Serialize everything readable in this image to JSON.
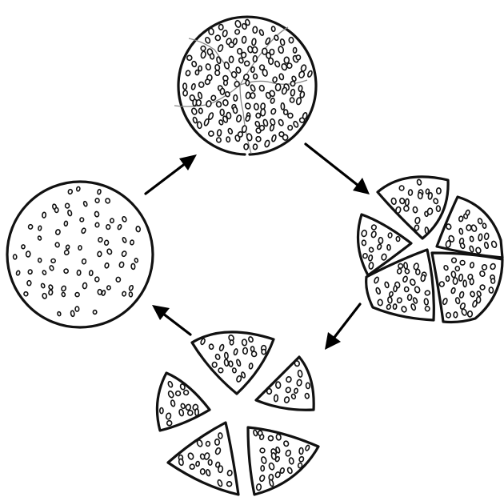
{
  "diagram": {
    "stages": [
      {
        "id": "intact-disc",
        "pieces": 1
      },
      {
        "id": "cracked-disc",
        "pieces": 1,
        "cracks": 5
      },
      {
        "id": "separated-fragments",
        "pieces": 5
      },
      {
        "id": "shrunken-fragments",
        "pieces": 5
      }
    ],
    "arrows": [
      {
        "from": "intact-disc",
        "to": "cracked-disc"
      },
      {
        "from": "cracked-disc",
        "to": "separated-fragments"
      },
      {
        "from": "separated-fragments",
        "to": "shrunken-fragments"
      },
      {
        "from": "shrunken-fragments",
        "to": "intact-disc"
      }
    ],
    "colors": {
      "ink": "#111111",
      "crack": "#888888",
      "background": "#ffffff"
    }
  }
}
